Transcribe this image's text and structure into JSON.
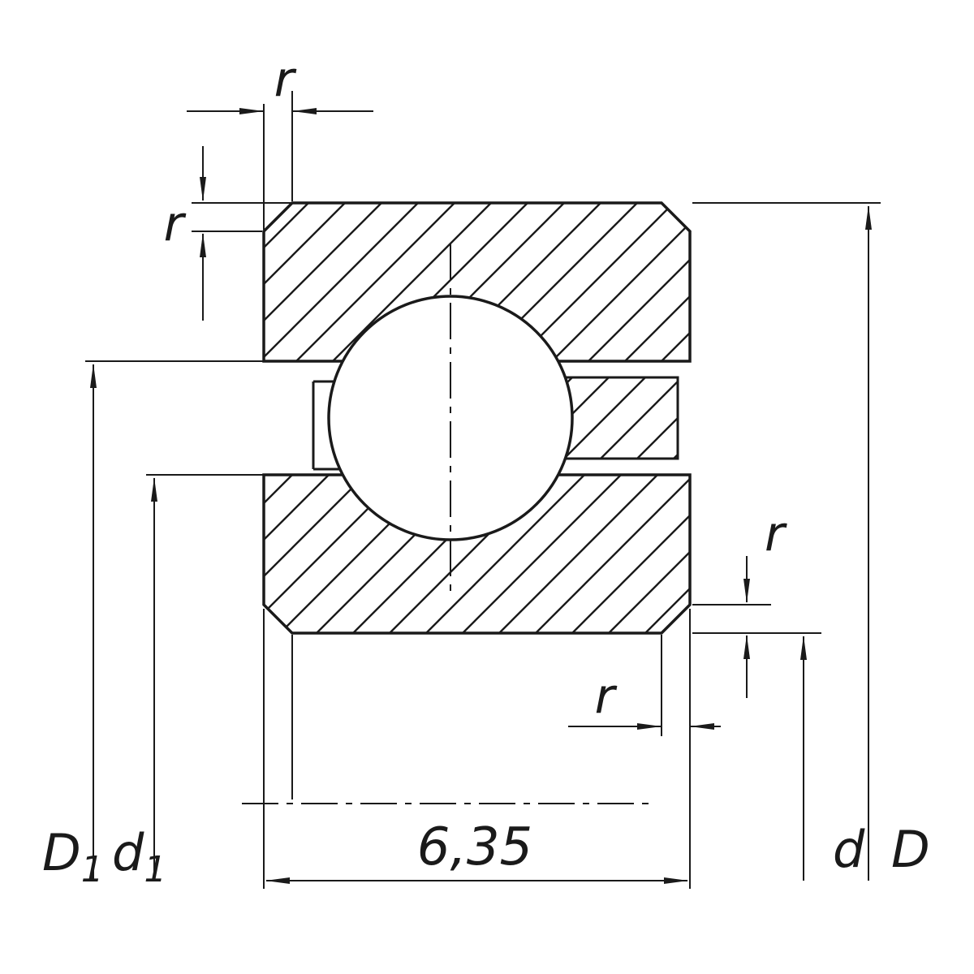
{
  "page": {
    "kind": "ball-bearing cross-section technical drawing",
    "background_color": "#ffffff",
    "line_color": "#1a1a1a"
  },
  "labels": {
    "r_top_width": "r",
    "r_top_height": "r",
    "r_bottom_height": "r",
    "r_bottom_width": "r",
    "section_width": "6,35",
    "D1": {
      "base": "D",
      "sub": "1"
    },
    "d1": {
      "base": "d",
      "sub": "1"
    },
    "d": "d",
    "D": "D"
  }
}
